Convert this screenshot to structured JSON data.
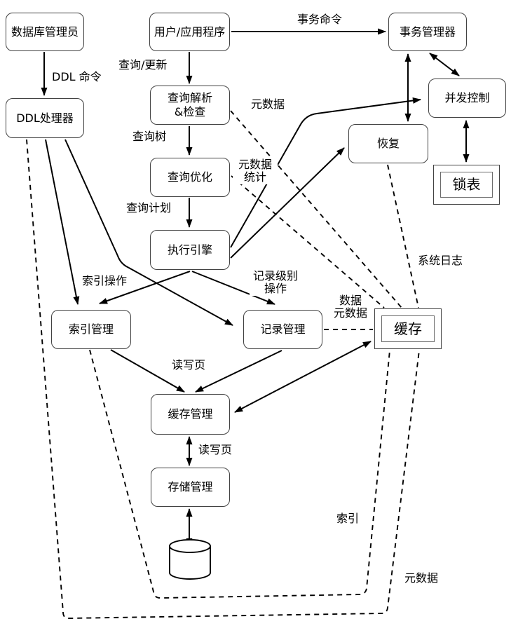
{
  "nodes": {
    "database_administrator": "数据库管理员",
    "user_application": "用户/应用程序",
    "transaction_manager": "事务管理器",
    "ddl_processor": "DDL处理器",
    "query_parser": "查询解析\n&检查",
    "concurrency_control": "并发控制",
    "recovery": "恢复",
    "query_optimizer": "查询优化",
    "lock_table": "锁表",
    "execution_engine": "执行引擎",
    "index_manager": "索引管理",
    "record_manager": "记录管理",
    "buffer": "缓存",
    "buffer_manager": "缓存管理",
    "storage_manager": "存储管理"
  },
  "edge_labels": {
    "ddl_command": "DDL 命令",
    "transaction_command": "事务命令",
    "query_update": "查询/更新",
    "query_tree": "查询树",
    "metadata": "元数据",
    "metadata_statistics": "元数据\n统计",
    "query_plan": "查询计划",
    "index_operations": "索引操作",
    "record_level_operations": "记录级别\n操作",
    "data_metadata": "数据\n元数据",
    "system_log": "系统日志",
    "read_write_page_upper": "读写页",
    "read_write_page_lower": "读写页",
    "index_loop": "索引",
    "metadata_loop": "元数据"
  },
  "colors": {
    "line": "#000000",
    "node_border": "#424242",
    "inner_border": "#6b6b6b",
    "background": "#ffffff"
  }
}
